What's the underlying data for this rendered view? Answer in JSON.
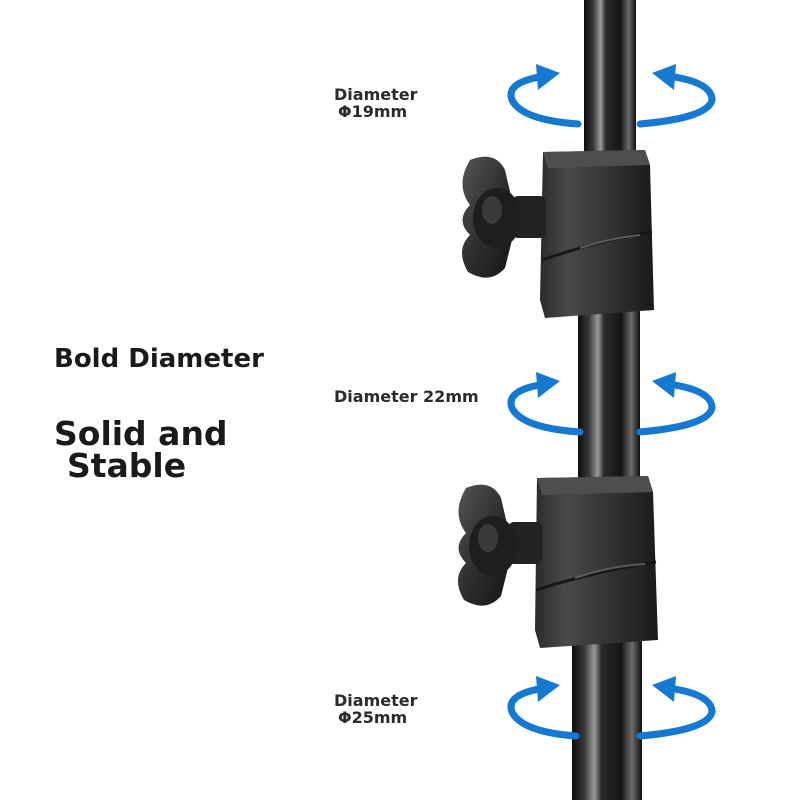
{
  "headline": {
    "bold_diameter": "Bold Diameter",
    "solid_line1": "Solid and",
    "solid_line2": "Stable"
  },
  "labels": {
    "top_line1": "Diameter",
    "top_line2": "Φ19mm",
    "middle": "Diameter 22mm",
    "bottom_line1": "Diameter",
    "bottom_line2": "Φ25mm"
  },
  "colors": {
    "rotation_arrows": "#1679d1",
    "pole": "#1c1c1c",
    "text": "#1a1a1a",
    "background": "#ffffff"
  },
  "icons": [
    "rotation-arrow-icon",
    "lock-knob-icon"
  ]
}
